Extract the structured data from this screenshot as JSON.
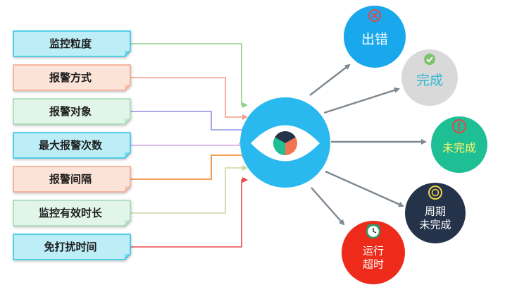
{
  "inputs": [
    {
      "label": "监控粒度",
      "fill": "#bdeef8",
      "border": "#29c3e6",
      "line": "#8fd08a"
    },
    {
      "label": "报警方式",
      "fill": "#fbe3d8",
      "border": "#f3a489",
      "line": "#f59c8a"
    },
    {
      "label": "报警对象",
      "fill": "#e2f5e9",
      "border": "#9fd6b3",
      "line": "#8f8fe6"
    },
    {
      "label": "最大报警次数",
      "fill": "#bdeef8",
      "border": "#29c3e6",
      "line": "#d3a6e8"
    },
    {
      "label": "报警间隔",
      "fill": "#fbe3d8",
      "border": "#f3a489",
      "line": "#f08020"
    },
    {
      "label": "监控有效时长",
      "fill": "#e2f5e9",
      "border": "#9fd6b3",
      "line": "#c9d9a0"
    },
    {
      "label": "免打扰时间",
      "fill": "#bdeef8",
      "border": "#29c3e6",
      "line": "#e84848"
    }
  ],
  "center": {
    "color": "#29b9ef",
    "icon": "eye-icon"
  },
  "outcomes": [
    {
      "lines": [
        "出错"
      ],
      "color": "#1aa8ec",
      "text_color": "#ffffff",
      "icon": "error-x-icon",
      "icon_color": "#e04848"
    },
    {
      "lines": [
        "完成"
      ],
      "color": "#d9d9d9",
      "text_color": "#2fb9d0",
      "icon": "check-icon",
      "icon_color": "#7dc36b"
    },
    {
      "lines": [
        "未完成"
      ],
      "color": "#1fbf95",
      "text_color": "#fff36a",
      "icon": "exclamation-icon",
      "icon_color": "#e04848"
    },
    {
      "lines": [
        "周期",
        "未完成"
      ],
      "color": "#25334a",
      "text_color": "#ffffff",
      "icon": "clock-icon",
      "icon_color": "#f2d34a"
    },
    {
      "lines": [
        "运行",
        "超时"
      ],
      "color": "#ee2a1a",
      "text_color": "#ffffff",
      "icon": "alarm-clock-icon",
      "icon_color": "#2a9a6a"
    }
  ]
}
